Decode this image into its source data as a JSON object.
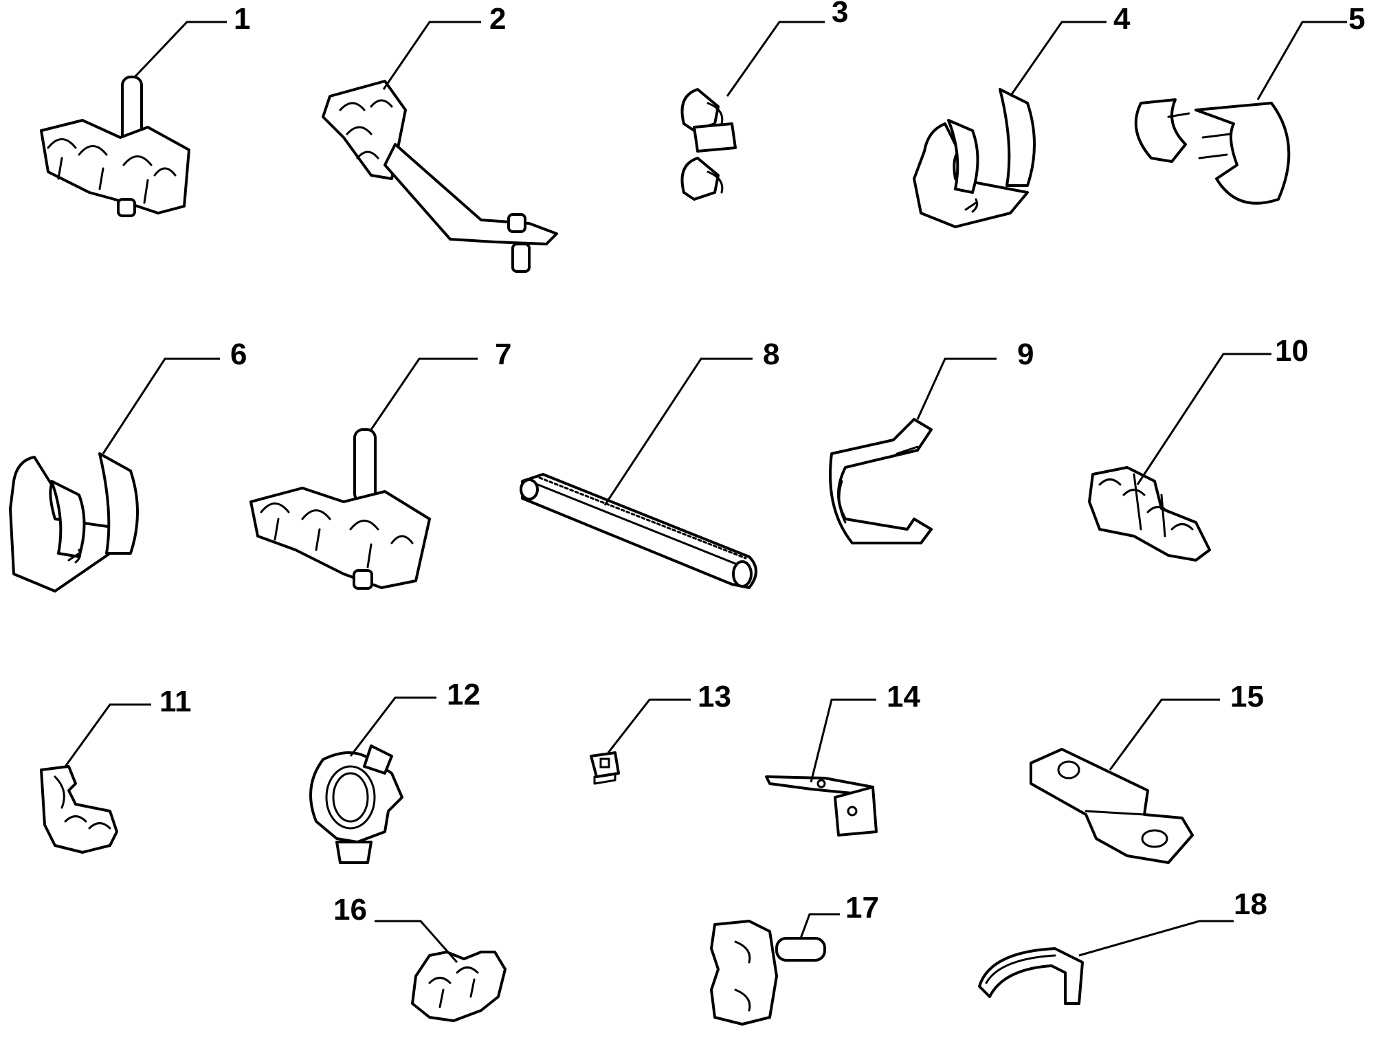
{
  "diagram": {
    "callouts": [
      {
        "id": "c1",
        "number": "1",
        "part_icon": "double-pipe-clip-with-stud-icon"
      },
      {
        "id": "c2",
        "number": "2",
        "part_icon": "multi-pipe-clip-with-bracket-arm-icon"
      },
      {
        "id": "c3",
        "number": "3",
        "part_icon": "double-c-clip-icon"
      },
      {
        "id": "c4",
        "number": "4",
        "part_icon": "double-open-pipe-clip-icon"
      },
      {
        "id": "c5",
        "number": "5",
        "part_icon": "double-spring-clip-icon"
      },
      {
        "id": "c6",
        "number": "6",
        "part_icon": "double-open-pipe-clip-icon"
      },
      {
        "id": "c7",
        "number": "7",
        "part_icon": "multi-pipe-clip-with-stud-icon"
      },
      {
        "id": "c8",
        "number": "8",
        "part_icon": "edge-trim-strip-icon"
      },
      {
        "id": "c9",
        "number": "9",
        "part_icon": "spring-band-clip-icon"
      },
      {
        "id": "c10",
        "number": "10",
        "part_icon": "stacked-pipe-clip-icon"
      },
      {
        "id": "c11",
        "number": "11",
        "part_icon": "single-pipe-clip-icon"
      },
      {
        "id": "c12",
        "number": "12",
        "part_icon": "round-grommet-clip-icon"
      },
      {
        "id": "c13",
        "number": "13",
        "part_icon": "square-push-nut-icon"
      },
      {
        "id": "c14",
        "number": "14",
        "part_icon": "angle-bracket-icon"
      },
      {
        "id": "c15",
        "number": "15",
        "part_icon": "offset-strap-bracket-icon"
      },
      {
        "id": "c16",
        "number": "16",
        "part_icon": "double-pipe-clip-icon"
      },
      {
        "id": "c17",
        "number": "17",
        "part_icon": "double-clip-with-pin-icon"
      },
      {
        "id": "c18",
        "number": "18",
        "part_icon": "hook-retainer-icon"
      }
    ]
  }
}
